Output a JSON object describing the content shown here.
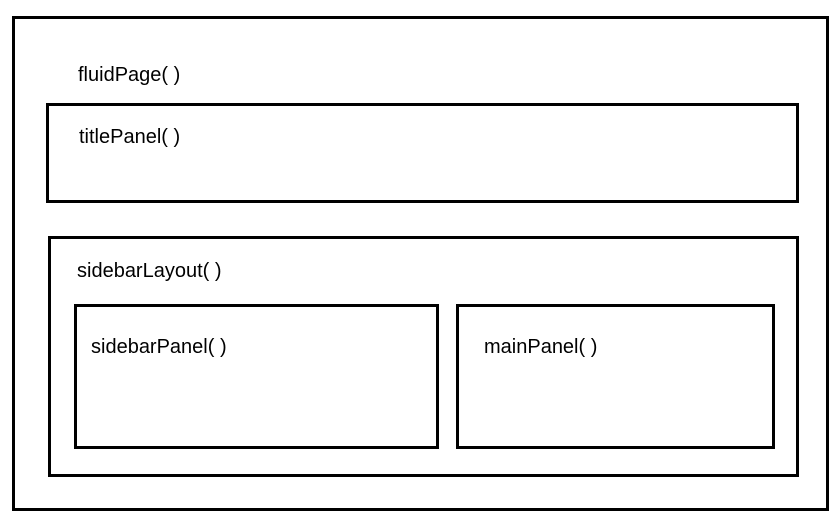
{
  "diagram": {
    "fluid_page": {
      "label": "fluidPage( )"
    },
    "title_panel": {
      "label": "titlePanel( )"
    },
    "sidebar_layout": {
      "label": "sidebarLayout( )"
    },
    "sidebar_panel": {
      "label": "sidebarPanel( )"
    },
    "main_panel": {
      "label": "mainPanel( )"
    }
  },
  "colors": {
    "stroke": "#000000",
    "fill": "#ffffff",
    "text": "#000000"
  }
}
